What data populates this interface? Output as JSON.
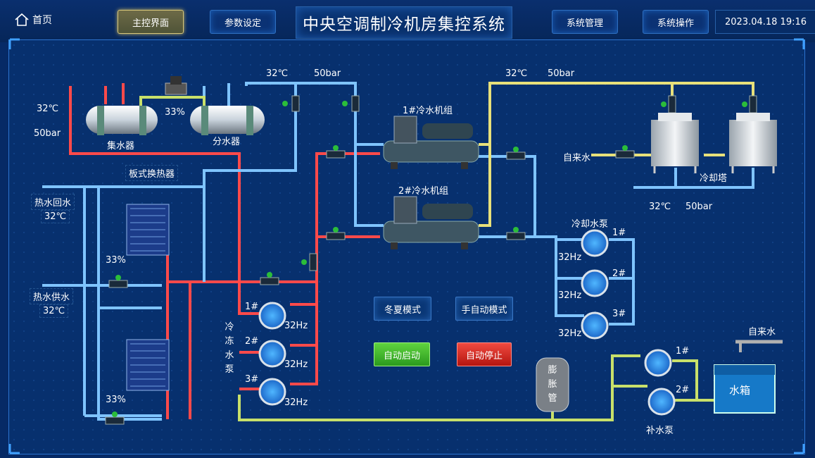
{
  "header": {
    "home_label": "首页",
    "nav": [
      "主控界面",
      "参数设定",
      "系统管理",
      "系统操作"
    ],
    "title": "中央空调制冷机房集控系统",
    "datetime": "2023.04.18 19:16"
  },
  "equipment": {
    "collector": "集水器",
    "distributor": "分水器",
    "valve_pct": "33%",
    "plate_hx": "板式换热器",
    "chiller1": "1#冷水机组",
    "chiller2": "2#冷水机组",
    "cooling_tower": "冷却塔",
    "tap_water_tower": "自来水",
    "cooling_pump": "冷却水泵",
    "expansion_tank": [
      "膨",
      "胀",
      "管"
    ],
    "water_tank": "水箱",
    "tap_water_tank": "自来水",
    "makeup_pump": "补水泵",
    "chilled_pump": [
      "冷",
      "冻",
      "水",
      "泵"
    ]
  },
  "readings": {
    "temp": "32℃",
    "pressure": "50bar",
    "hot_return": "热水回水",
    "hot_supply": "热水供水",
    "pct": "33%",
    "freq": "32Hz",
    "pump_nums": [
      "1#",
      "2#",
      "3#"
    ]
  },
  "buttons": {
    "season_mode": "冬夏模式",
    "manual_auto": "手自动模式",
    "auto_start": "自动启动",
    "auto_stop": "自动停止"
  },
  "colors": {
    "hot_pipe": "#ff4a4a",
    "cold_pipe": "#7fc4ff",
    "cooling_pipe": "#e8e07a",
    "green_pipe": "#a8e060",
    "start": "#2b9a1e",
    "stop": "#b5150f"
  }
}
